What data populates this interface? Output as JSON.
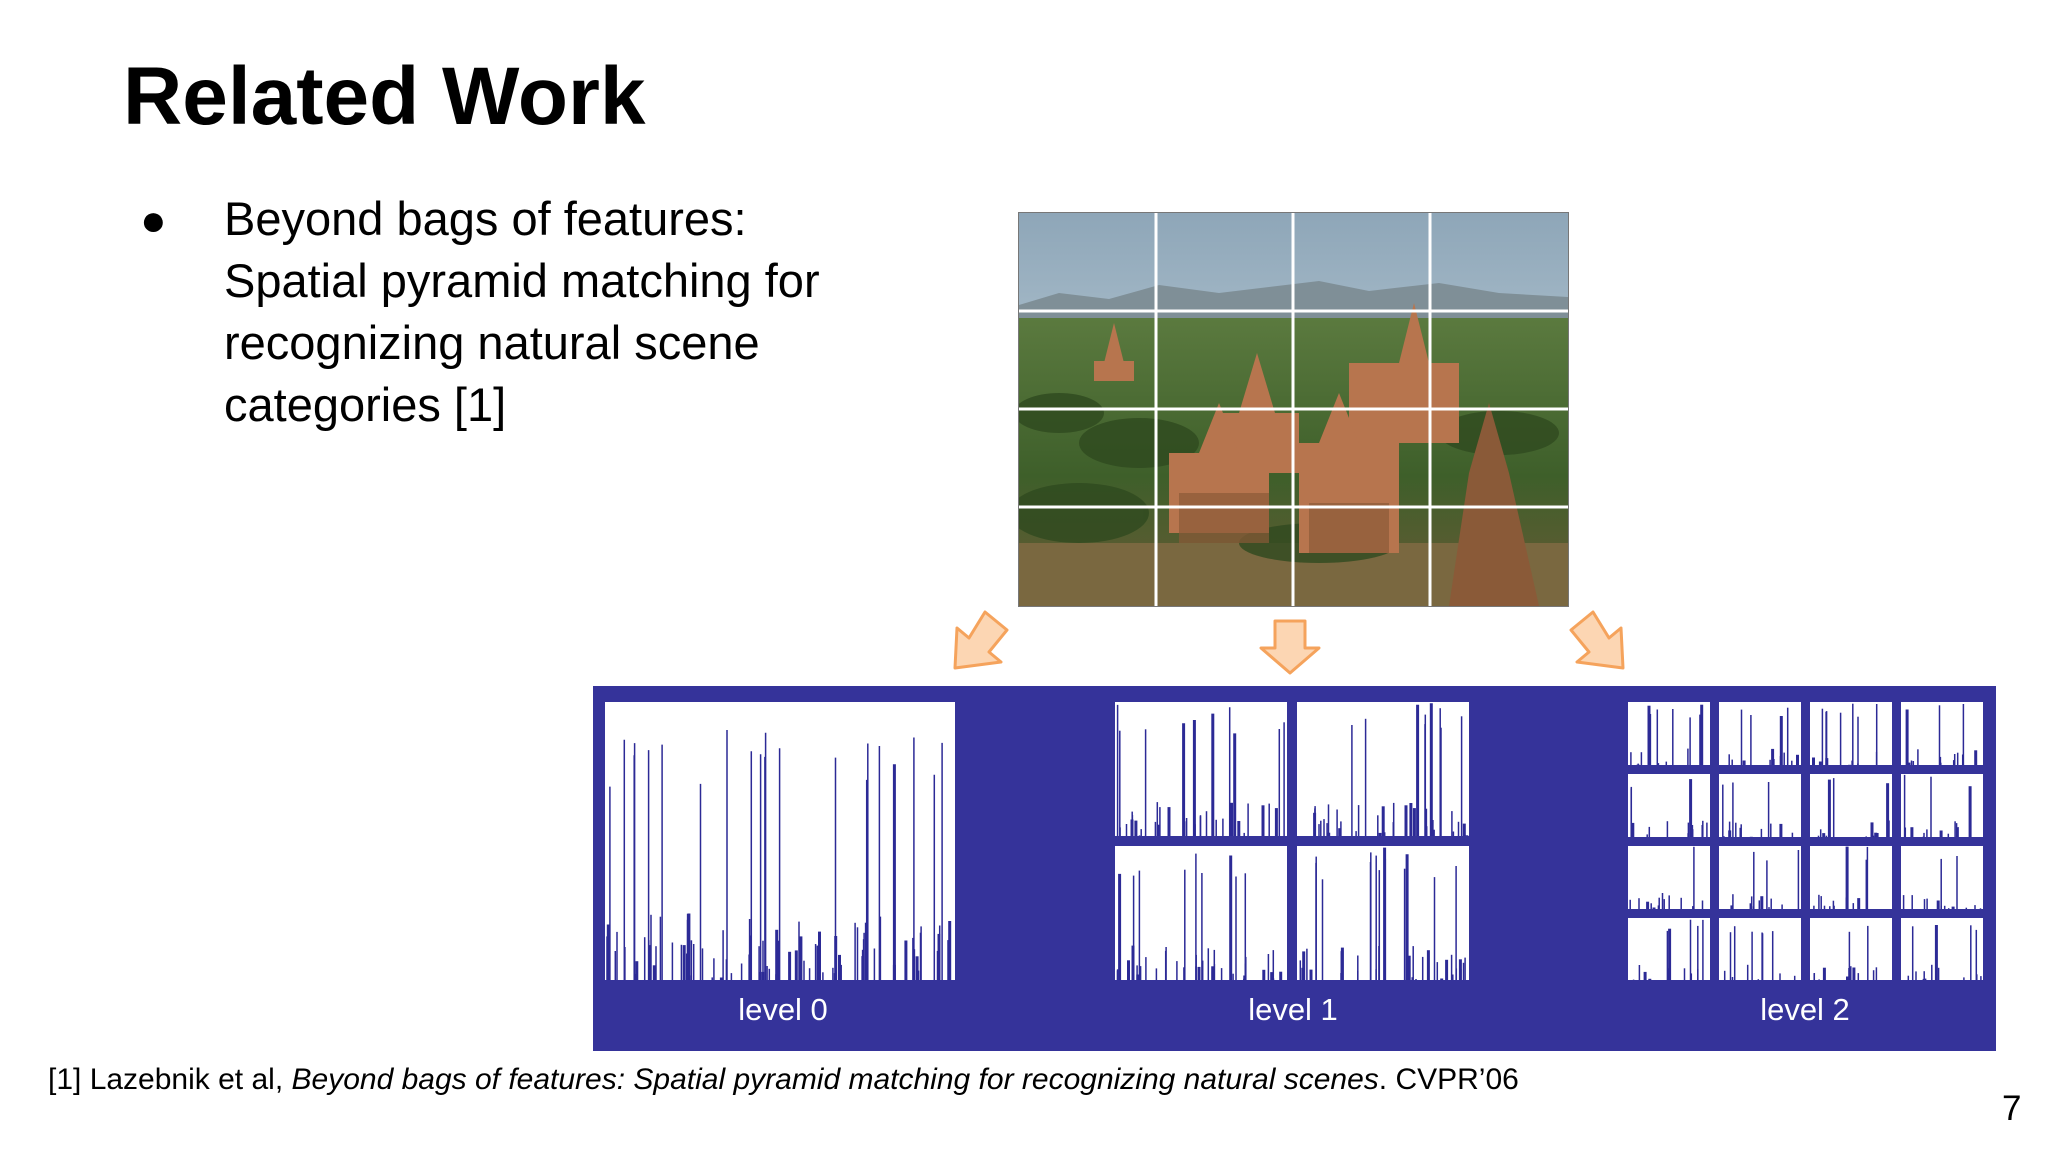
{
  "slide": {
    "title": "Related Work",
    "bullet_symbol": "●",
    "bullet_text": "Beyond bags of features: Spatial pyramid matching for recognizing natural scene categories [1]",
    "figure": {
      "level_labels": [
        "level 0",
        "level 1",
        "level 2"
      ],
      "panel_color": "#35339a",
      "arrow_color": "#f5a35c"
    },
    "footnote": {
      "prefix": "[1] Lazebnik et al, ",
      "italic": "Beyond bags of features: Spatial pyramid matching for recognizing natural scenes",
      "suffix": ". CVPR’06"
    },
    "page_number": "7"
  }
}
